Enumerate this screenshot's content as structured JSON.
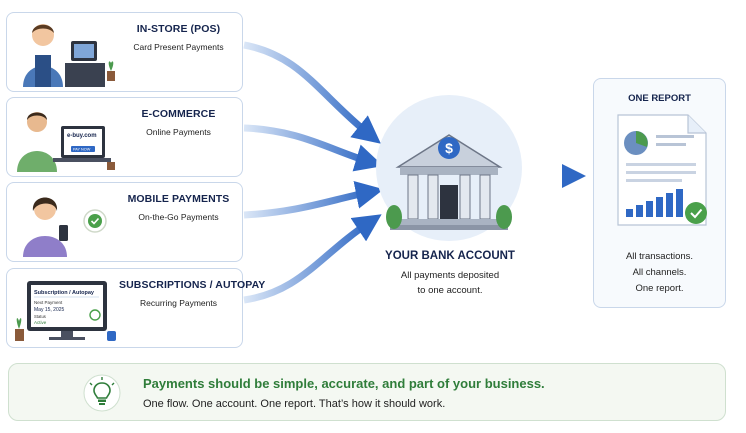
{
  "channels": [
    {
      "title": "IN-STORE (POS)",
      "subtitle": "Card Present Payments",
      "icon": "pos-terminal-icon"
    },
    {
      "title": "E-COMMERCE",
      "subtitle": "Online Payments",
      "icon": "laptop-icon"
    },
    {
      "title": "MOBILE PAYMENTS",
      "subtitle": "On-the-Go Payments",
      "icon": "smartphone-icon"
    },
    {
      "title": "SUBSCRIPTIONS / AUTOPAY",
      "subtitle": "Recurring Payments",
      "icon": "monitor-icon"
    }
  ],
  "illustrations": {
    "website": "e-buy.com",
    "pay_button": "PAY NOW",
    "screen_header": "Subscription / Autopay",
    "next_payment_label": "Next Payment",
    "next_payment_date": "May 15, 2025",
    "status_label": "Status",
    "status_value": "Active"
  },
  "bank": {
    "title": "YOUR BANK ACCOUNT",
    "subtitle_line1": "All payments deposited",
    "subtitle_line2": "to one account.",
    "icon": "bank-building-icon",
    "symbol": "$"
  },
  "report": {
    "title": "ONE REPORT",
    "line1": "All transactions.",
    "line2": "All channels.",
    "line3": "One report.",
    "icon": "report-document-icon"
  },
  "banner": {
    "headline": "Payments should be simple, accurate, and part of your business.",
    "subline": "One flow. One account. One report. That’s how it should work.",
    "icon": "lightbulb-icon"
  },
  "colors": {
    "navy": "#15244d",
    "arrow_blue": "#2f68c4",
    "green": "#2f7d3a",
    "card_border": "#c9d7ea"
  }
}
